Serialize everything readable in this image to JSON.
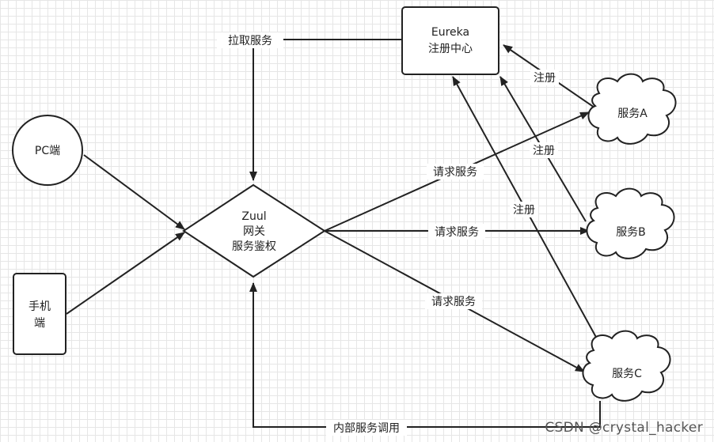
{
  "nodes": {
    "eureka": {
      "line1": "Eureka",
      "line2": "注册中心"
    },
    "zuul": {
      "line1": "Zuul",
      "line2": "网关",
      "line3": "服务鉴权"
    },
    "pc": {
      "label": "PC端"
    },
    "mobile": {
      "line1": "手机",
      "line2": "端"
    },
    "service_a": {
      "label": "服务A"
    },
    "service_b": {
      "label": "服务B"
    },
    "service_c": {
      "label": "服务C"
    }
  },
  "edges": {
    "pull_services": "拉取服务",
    "register_a": "注册",
    "register_b": "注册",
    "register_c": "注册",
    "request_a": "请求服务",
    "request_b": "请求服务",
    "request_c": "请求服务",
    "internal_call": "内部服务调用"
  },
  "watermark": "CSDN @crystal_hacker"
}
